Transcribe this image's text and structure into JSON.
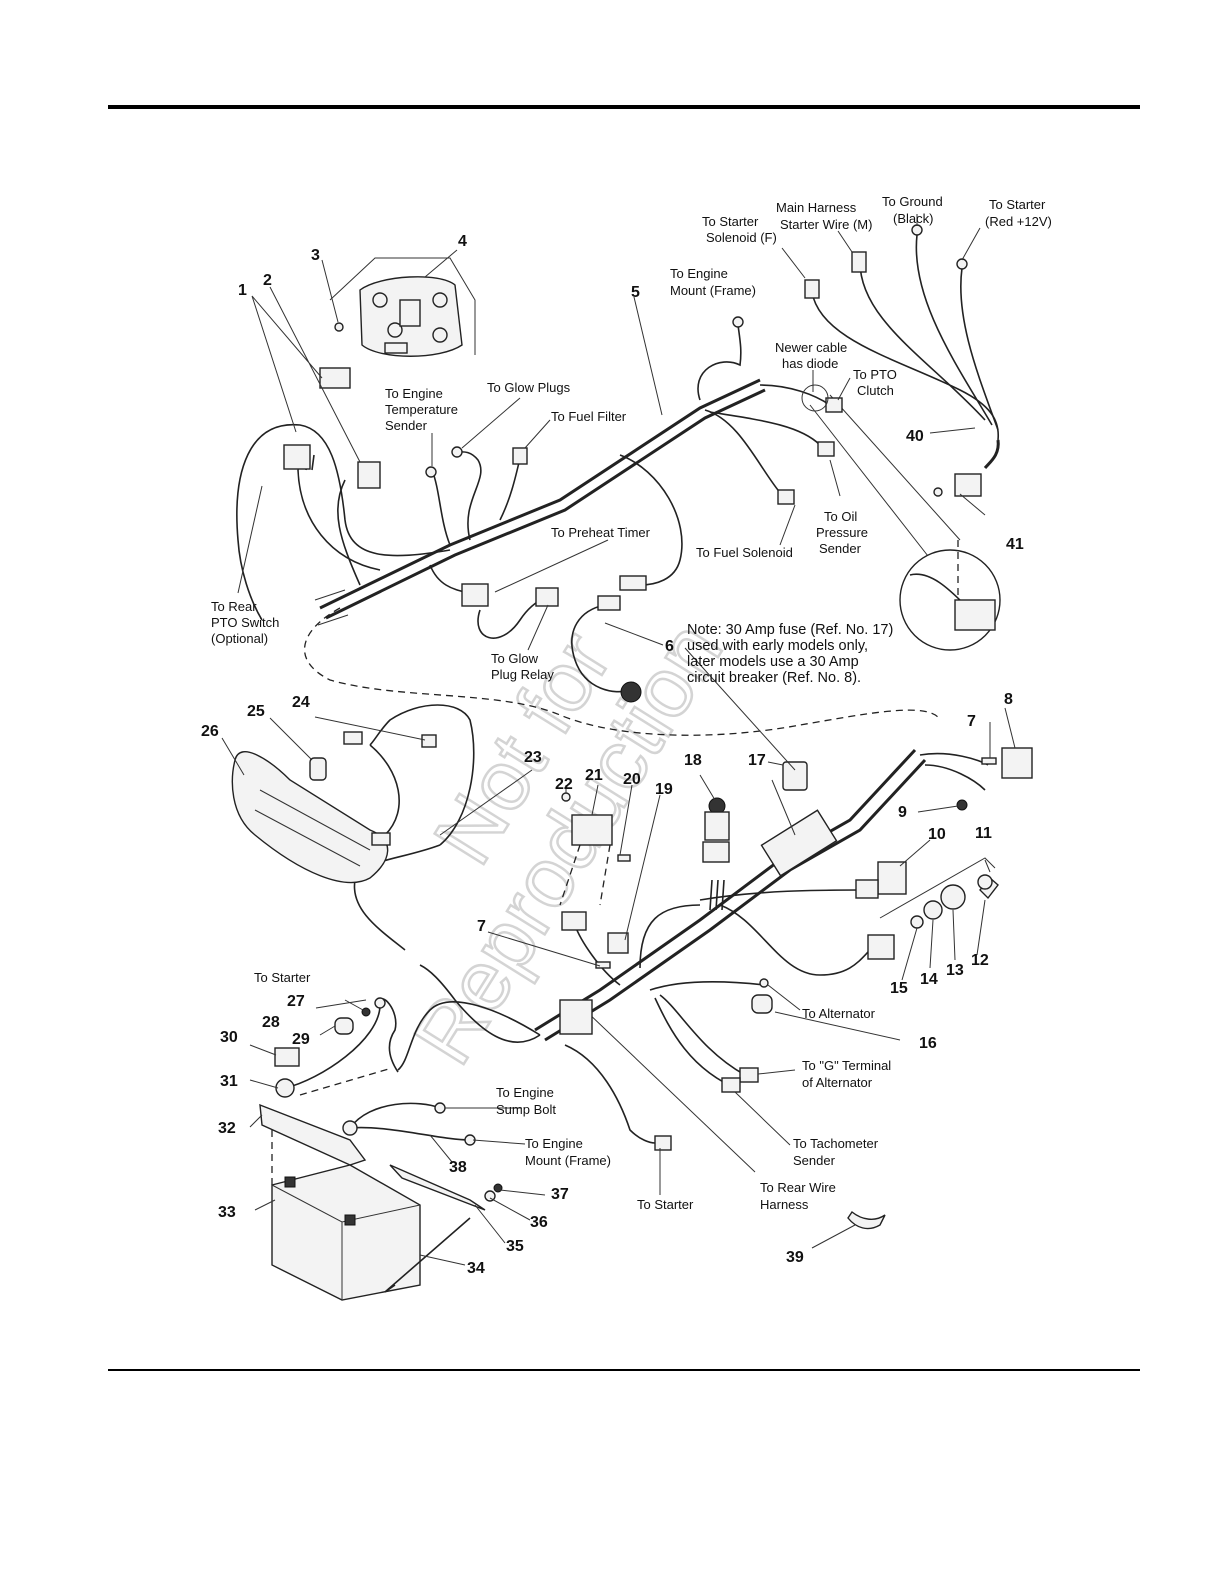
{
  "callouts": [
    "1",
    "2",
    "3",
    "4",
    "5",
    "6",
    "7",
    "7",
    "8",
    "9",
    "10",
    "11",
    "12",
    "13",
    "14",
    "15",
    "16",
    "17",
    "18",
    "19",
    "20",
    "21",
    "22",
    "23",
    "24",
    "25",
    "26",
    "27",
    "28",
    "29",
    "30",
    "31",
    "32",
    "33",
    "34",
    "35",
    "36",
    "37",
    "38",
    "39",
    "40",
    "41"
  ],
  "labels": {
    "to_starter_solenoid": [
      "To Starter",
      "Solenoid (F)"
    ],
    "main_harness_starter": [
      "Main Harness",
      "Starter Wire (M)"
    ],
    "to_ground": [
      "To Ground",
      "(Black)"
    ],
    "to_starter_red": [
      "To Starter",
      "(Red +12V)"
    ],
    "to_engine_mount_top": [
      "To Engine",
      "Mount (Frame)"
    ],
    "newer_cable": [
      "Newer cable",
      "has diode"
    ],
    "to_pto_clutch": [
      "To PTO",
      "Clutch"
    ],
    "to_engine_temp": [
      "To Engine",
      "Temperature",
      "Sender"
    ],
    "to_glow_plugs": [
      "To Glow Plugs"
    ],
    "to_fuel_filter": [
      "To Fuel Filter"
    ],
    "to_oil_pressure": [
      "To Oil",
      "Pressure",
      "Sender"
    ],
    "to_fuel_solenoid": [
      "To Fuel Solenoid"
    ],
    "to_preheat_timer": [
      "To Preheat Timer"
    ],
    "to_rear_pto": [
      "To Rear",
      "PTO Switch",
      "(Optional)"
    ],
    "to_glow_relay": [
      "To Glow",
      "Plug Relay"
    ],
    "to_starter_27": [
      "To Starter"
    ],
    "to_alternator": [
      "To Alternator"
    ],
    "to_g_terminal": [
      "To \"G\" Terminal",
      "of Alternator"
    ],
    "to_engine_sump": [
      "To Engine",
      "Sump Bolt"
    ],
    "to_engine_mount_bottom": [
      "To Engine",
      "Mount (Frame)"
    ],
    "to_tach_sender": [
      "To Tachometer",
      "Sender"
    ],
    "to_starter_bottom": [
      "To Starter"
    ],
    "to_rear_wire": [
      "To Rear Wire",
      "Harness"
    ]
  },
  "note": [
    "Note: 30 Amp fuse (Ref. No. 17)",
    "used with early models only,",
    "later models use a 30 Amp",
    "circuit breaker (Ref. No. 8)."
  ],
  "watermark": [
    "Not for",
    "Reproduction"
  ]
}
